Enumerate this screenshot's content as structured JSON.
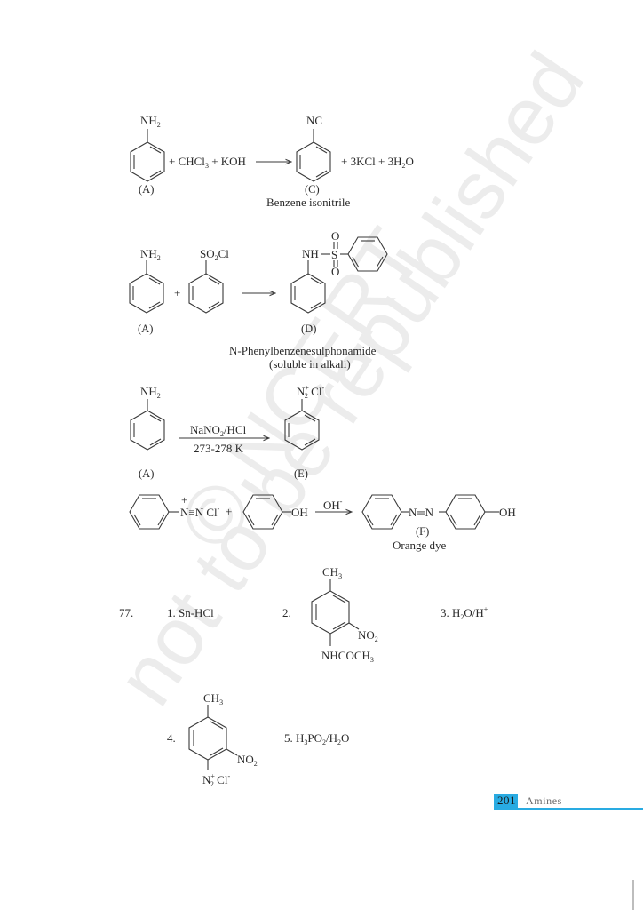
{
  "watermark": {
    "line1": "© NCERT",
    "line2": "not to be republished",
    "color": "#ececec"
  },
  "reaction1": {
    "reactant_group": "NH2",
    "reactant_label": "(A)",
    "reagents": "+ CHCl3 + KOH",
    "product_group": "NC",
    "product_label": "(C)",
    "byproducts": "+ 3KCl + 3H2O",
    "product_name": "Benzene isonitrile"
  },
  "reaction2": {
    "reactant1_group": "NH2",
    "reactant1_label": "(A)",
    "reactant2_group": "SO2Cl",
    "plus": "+",
    "product_group": "NH–SO2–C6H5",
    "product_label": "(D)",
    "product_name": "N-Phenylbenzenesulphonamide",
    "product_note": "(soluble in alkali)"
  },
  "reaction3": {
    "reactant_group": "NH2",
    "reactant_label": "(A)",
    "reagent_top": "NaNO2/HCl",
    "reagent_bottom": "273-278 K",
    "product_group": "N2+ Cl-",
    "product_label": "(E)"
  },
  "reaction4": {
    "reactant1": "C6H5–N≡N Cl-",
    "plus": "+",
    "reactant2_group": "OH",
    "reagent": "OH-",
    "product": "C6H5–N=N–C6H4–OH",
    "product_label": "(F)",
    "product_name": "Orange dye"
  },
  "question77": {
    "number": "77.",
    "steps": [
      {
        "index": "1.",
        "text": "Sn-HCl"
      },
      {
        "index": "2.",
        "structure": "2-nitro-4-methyl acetanilide",
        "groups": [
          "CH3",
          "NO2",
          "NHCOCH3"
        ]
      },
      {
        "index": "3.",
        "text": "H2O/H+"
      },
      {
        "index": "4.",
        "structure": "4-methyl-2-nitrobenzenediazonium chloride",
        "groups": [
          "CH3",
          "NO2",
          "N2+ Cl-"
        ]
      },
      {
        "index": "5.",
        "text": "H3PO2/H2O"
      }
    ]
  },
  "footer": {
    "page_number": "201",
    "chapter": "Amines",
    "accent_color": "#29abe2"
  }
}
